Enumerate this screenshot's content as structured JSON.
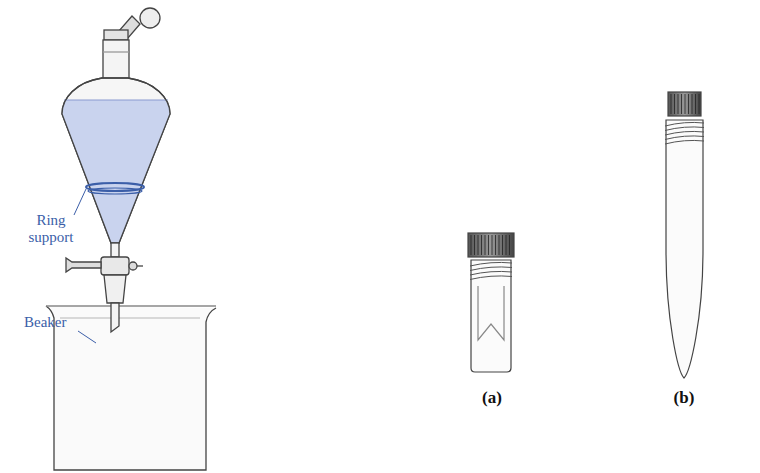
{
  "diagram": {
    "labels": [
      "Ring support",
      "Beaker",
      "(a)",
      "(b)"
    ]
  }
}
